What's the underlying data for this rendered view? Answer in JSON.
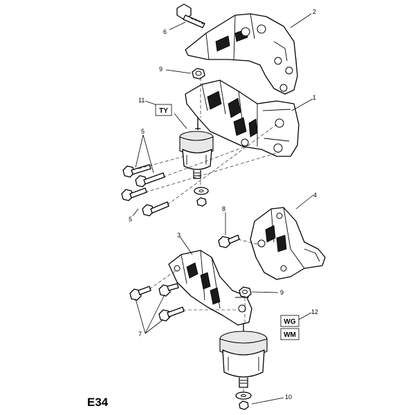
{
  "callouts": {
    "c1": "1",
    "c2": "2",
    "c3": "3",
    "c4": "4",
    "c5a": "5",
    "c5b": "5",
    "c6": "6",
    "c7": "7",
    "c8": "8",
    "c9a": "9",
    "c9b": "9",
    "c10": "10",
    "c11": "11",
    "c12": "12"
  },
  "codes": {
    "ty": "TY",
    "wg": "WG",
    "wm": "WM"
  },
  "figure_id": "E34"
}
